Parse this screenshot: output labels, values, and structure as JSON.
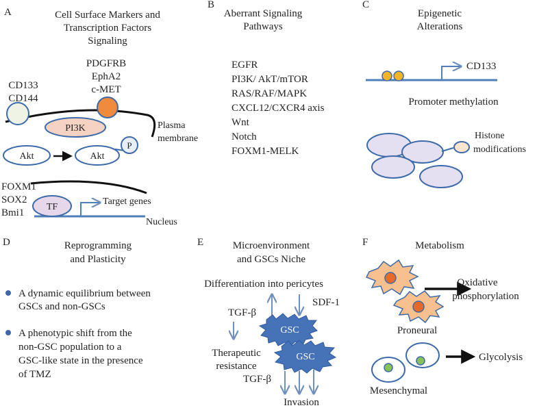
{
  "panels": {
    "a": {
      "letter": "A",
      "title": [
        "Cell Surface Markers and",
        "Transcription Factors",
        "Signaling"
      ],
      "receptors": [
        "PDGFRB",
        "EphA2",
        "c-MET"
      ],
      "markers": [
        "CD133",
        "CD144"
      ],
      "pi3k": "PI3K",
      "akt_left": "Akt",
      "akt_right": "Akt",
      "p": "P",
      "plasma_membrane": [
        "Plasma",
        "membrane"
      ],
      "tfs": [
        "FOXM1",
        "SOX2",
        "Bmi1"
      ],
      "tf": "TF",
      "target_genes": "Target genes",
      "nucleus": "Nucleus"
    },
    "b": {
      "letter": "B",
      "title": [
        "Aberrant Signaling",
        "Pathways"
      ],
      "pathways": [
        "EGFR",
        "PI3K/ AkT/mTOR",
        "RAS/RAF/MAPK",
        "CXCL12/CXCR4 axis",
        "Wnt",
        "Notch",
        "FOXM1-MELK"
      ]
    },
    "c": {
      "letter": "C",
      "title": [
        "Epigenetic",
        "Alterations"
      ],
      "cd133": "CD133",
      "promoter_methylation": "Promoter methylation",
      "histone": [
        "Histone",
        "modifications"
      ]
    },
    "d": {
      "letter": "D",
      "title": [
        "Reprogramming",
        "and Plasticity"
      ],
      "bullet1": [
        "A dynamic equilibrium between",
        "GSCs and non-GSCs"
      ],
      "bullet2": [
        "A phenotypic shift from the",
        "non-GSC population to a",
        "GSC-like state in the presence",
        "of TMZ"
      ]
    },
    "e": {
      "letter": "E",
      "title": [
        "Microenvironment",
        "and GSCs Niche"
      ],
      "differentiation": "Differentiation into pericytes",
      "sdf1": "SDF-1",
      "tgfb_top": "TGF-β",
      "gsc_top": "GSC",
      "gsc_bottom": "GSC",
      "therapeutic": [
        "Therapeutic",
        "resistance"
      ],
      "tgfb_bottom": "TGF-β",
      "invasion": "Invasion"
    },
    "f": {
      "letter": "F",
      "title": "Metabolism",
      "oxidative": [
        "Oxidative",
        "phosphorylation"
      ],
      "proneural": "Proneural",
      "glycolysis": "Glycolysis",
      "mesenchymal": "Mesenchymal"
    }
  },
  "colors": {
    "blue_line": "#4f7fb8",
    "receptor_orange": "#f08a3c",
    "cd_green": "#eef3e6",
    "pi3k_fill": "#f6d2c2",
    "tf_fill": "#e6d8ea",
    "gsc_blue": "#4673b8",
    "histone_fill": "#e4e0f2",
    "neuron_peach": "#f7c08e",
    "nucleus_orange": "#e86a2a",
    "nucleus_green": "#88c25a",
    "dot_yellow": "#f2b42a",
    "bullet_blue": "#3e67a8"
  },
  "icons": [
    "right-arrow-icon",
    "promoter-arrow-icon",
    "bullet-dot-icon",
    "gsc-star-icon"
  ]
}
